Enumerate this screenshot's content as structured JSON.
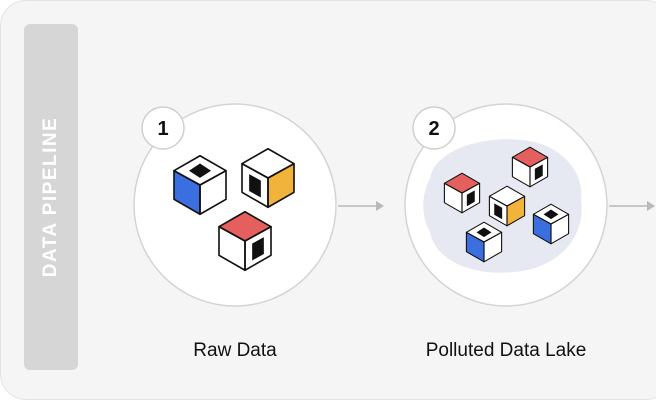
{
  "pipeline_label": "DATA PIPELINE",
  "stages": [
    {
      "number": "1",
      "caption": "Raw Data"
    },
    {
      "number": "2",
      "caption": "Polluted Data Lake"
    }
  ],
  "colors": {
    "panel_bg": "#f5f5f5",
    "sidebar_bg": "#d6d6d6",
    "blue": "#3b6fe0",
    "yellow": "#f2b33a",
    "red": "#e4605e",
    "lake": "#e6e9f1",
    "arrow": "#b9b9b9"
  }
}
